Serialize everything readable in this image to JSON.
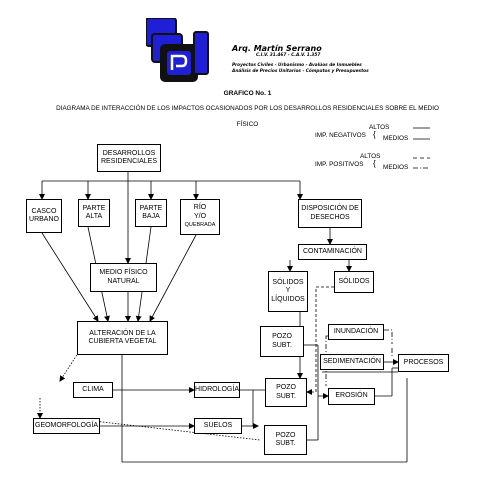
{
  "firm": {
    "name": "Arq. Martín Serrano",
    "ids": "C.I.V. 31.467 - C.A.V. 1.357",
    "services_1": "Proyectos Civiles - Urbanismo - Avalúos de Inmuebles",
    "services_2": "Análisis de Precios Unitarios - Cómputos y Presupuestos"
  },
  "figure": {
    "label": "GRAFICO No. 1",
    "title_line1": "DIAGRAMA DE INTERACCIÓN DE LOS IMPACTOS OCASIONADOS POR LOS DESARROLLOS RESIDENCIALES SOBRE EL MEDIO",
    "title_line2": "FÍSICO"
  },
  "legend": {
    "negative": {
      "altos": "ALTOS",
      "label": "IMP. NEGATIVOS",
      "medios": "MEDIOS"
    },
    "positive": {
      "altos": "ALTOS",
      "label": "IMP. POSITIVOS",
      "medios": "MEDIOS"
    }
  },
  "nodes": {
    "desarrollos": [
      "DESARROLLOS",
      "RESIDENCIALES"
    ],
    "casco": [
      "CASCO",
      "URBANO"
    ],
    "parte_alta": [
      "PARTE",
      "ALTA"
    ],
    "parte_baja": [
      "PARTE",
      "BAJA"
    ],
    "rio": [
      "RÍO",
      "Y/O",
      "QUEBRADA"
    ],
    "disposicion": [
      "DISPOSICIÓN DE",
      "DESECHOS"
    ],
    "contaminacion": "CONTAMINACIÓN",
    "solidos_liquidos": [
      "SÓLIDOS",
      "Y",
      "LÍQUIDOS"
    ],
    "solidos": "SÓLIDOS",
    "medio_fisico": [
      "MEDIO FÍSICO",
      "NATURAL"
    ],
    "alteracion": [
      "ALTERACIÓN DE LA",
      "CUBIERTA  VEGETAL"
    ],
    "pozo_1": [
      "POZO",
      "SUBT."
    ],
    "pozo_2": [
      "POZO",
      "SUBT."
    ],
    "pozo_3": [
      "POZO",
      "SUBT."
    ],
    "inundacion": "INUNDACIÓN",
    "sedimentacion": "SEDIMENTACIÓN",
    "erosion": "EROSIÓN",
    "procesos": "PROCESOS",
    "clima": "CLIMA",
    "hidrologia": "HIDROLOGÍA",
    "geomorfologia": "GEOMORFOLOGÍA",
    "suelos": "SUELOS"
  },
  "colors": {
    "logo_blue": "#1f1fd6",
    "logo_dark": "#111111",
    "line": "#000000"
  }
}
